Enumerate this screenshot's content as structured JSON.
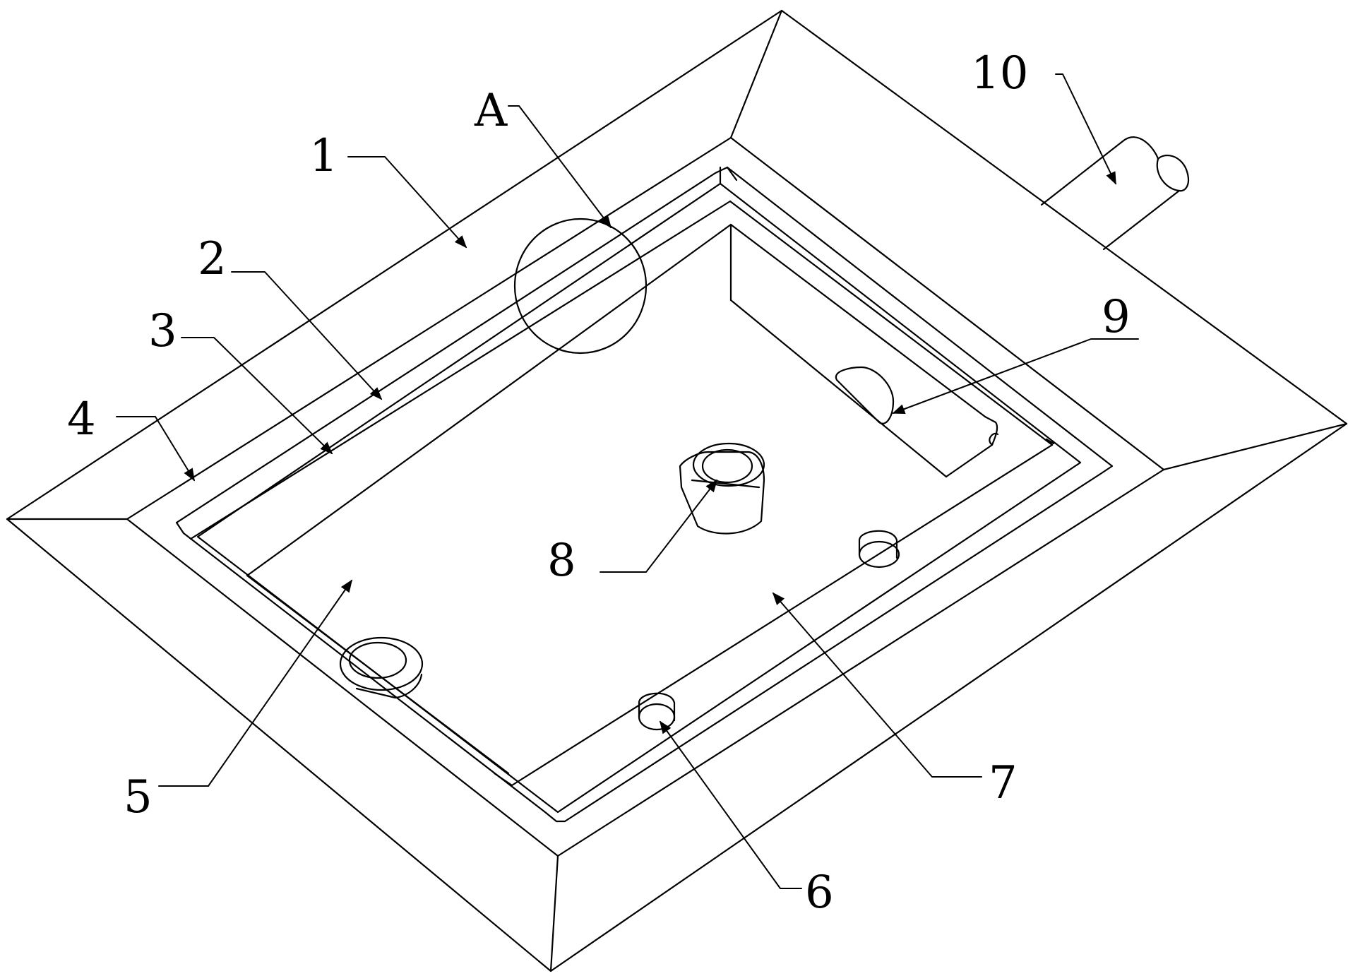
{
  "drawing": {
    "callouts": [
      {
        "id": "1",
        "text": "1"
      },
      {
        "id": "2",
        "text": "2"
      },
      {
        "id": "3",
        "text": "3"
      },
      {
        "id": "4",
        "text": "4"
      },
      {
        "id": "5",
        "text": "5"
      },
      {
        "id": "6",
        "text": "6"
      },
      {
        "id": "7",
        "text": "7"
      },
      {
        "id": "8",
        "text": "8"
      },
      {
        "id": "9",
        "text": "9"
      },
      {
        "id": "10",
        "text": "10"
      },
      {
        "id": "A",
        "text": "A"
      }
    ],
    "colors": {
      "line": "#000000",
      "background": "#ffffff"
    }
  }
}
